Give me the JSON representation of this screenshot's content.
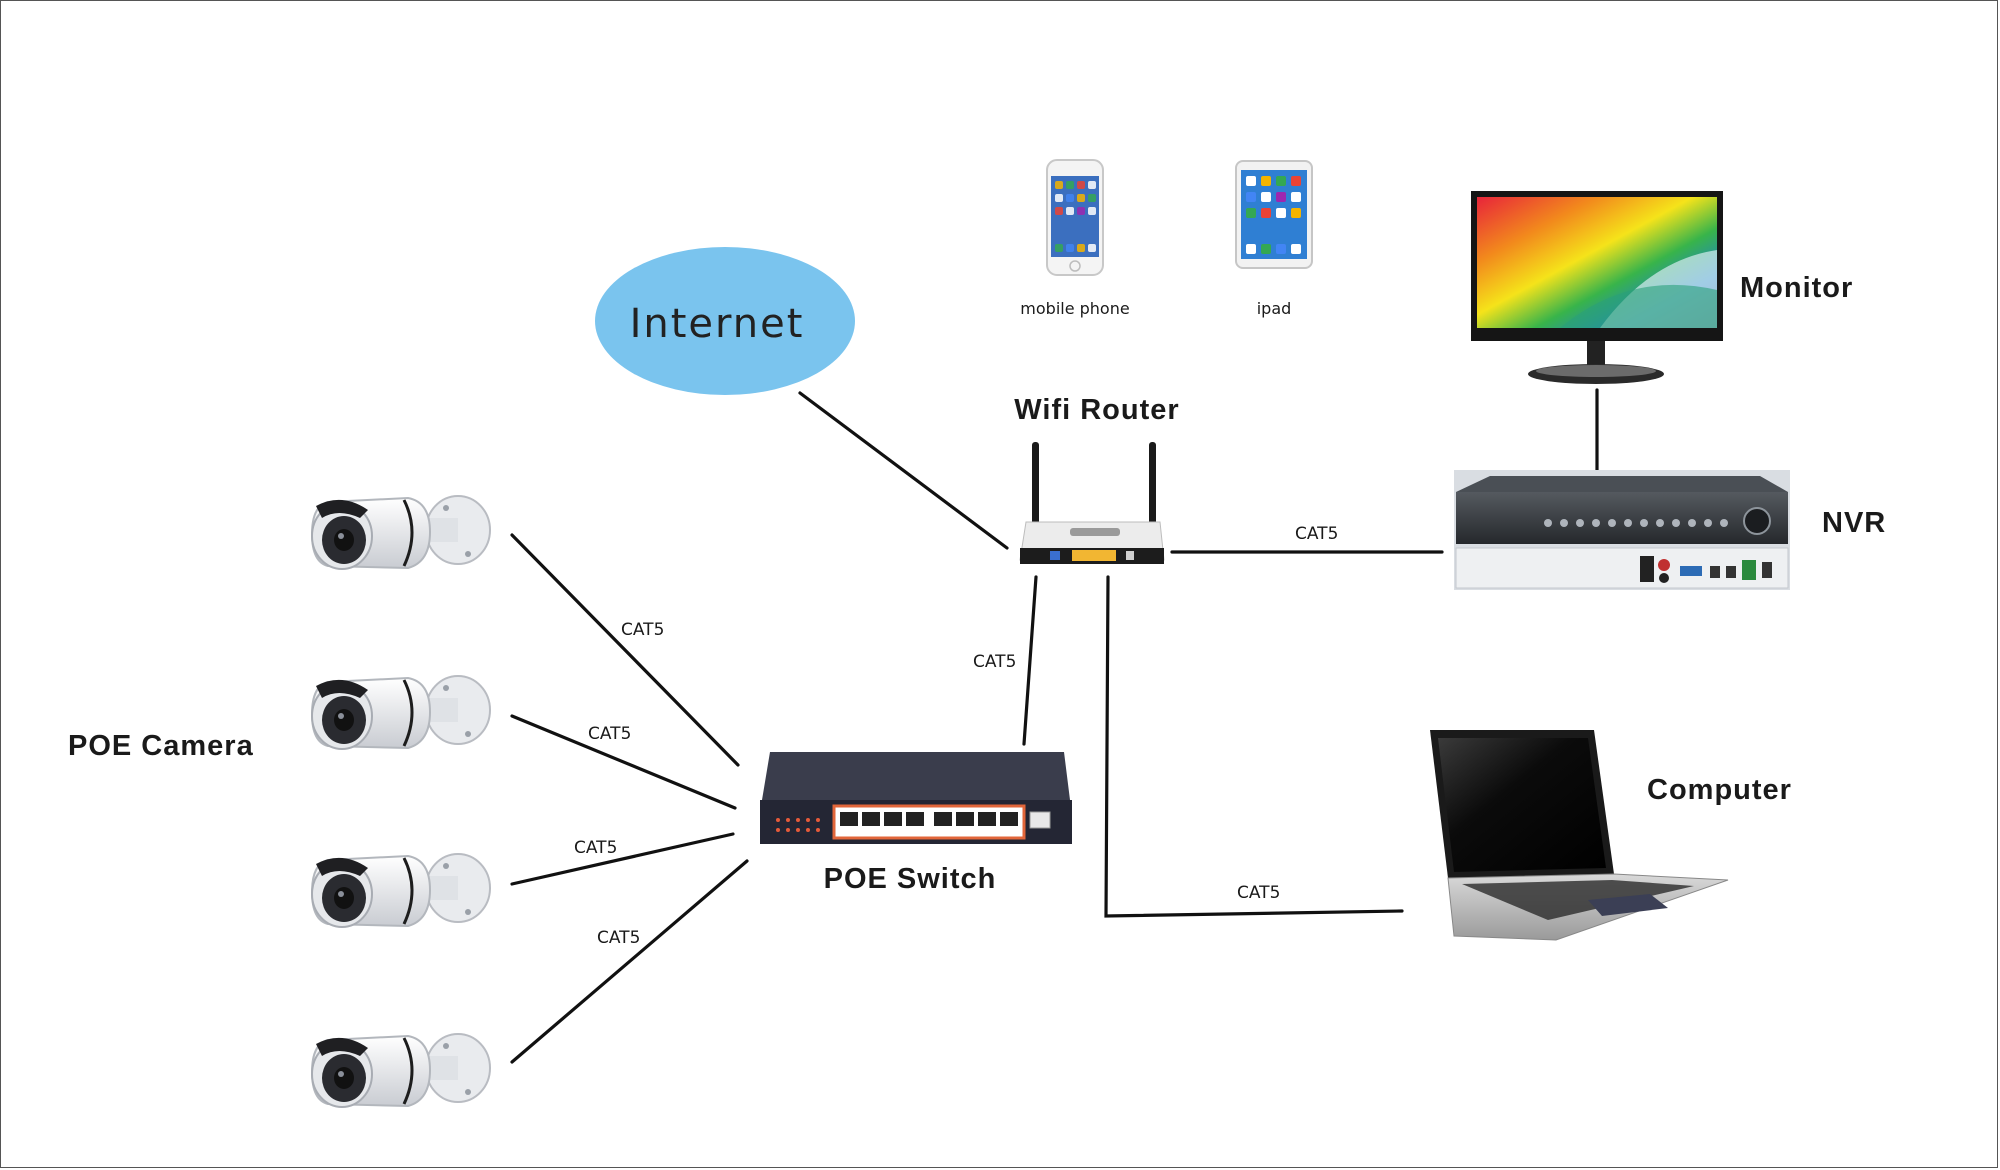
{
  "nodes": {
    "internet": "Internet",
    "wifi_router": "Wifi Router",
    "monitor": "Monitor",
    "nvr": "NVR",
    "computer": "Computer",
    "poe_switch": "POE Switch",
    "poe_camera": "POE Camera",
    "mobile_phone": "mobile phone",
    "ipad": "ipad"
  },
  "links": {
    "camera1_switch": "CAT5",
    "camera2_switch": "CAT5",
    "camera3_switch": "CAT5",
    "camera4_switch": "CAT5",
    "switch_router": "CAT5",
    "router_nvr": "CAT5",
    "router_computer": "CAT5"
  },
  "colors": {
    "internet_cloud": "#7ac4ee",
    "wire": "#111111",
    "switch_body": "#2b2d3a",
    "router_ports": "#f2b632"
  }
}
